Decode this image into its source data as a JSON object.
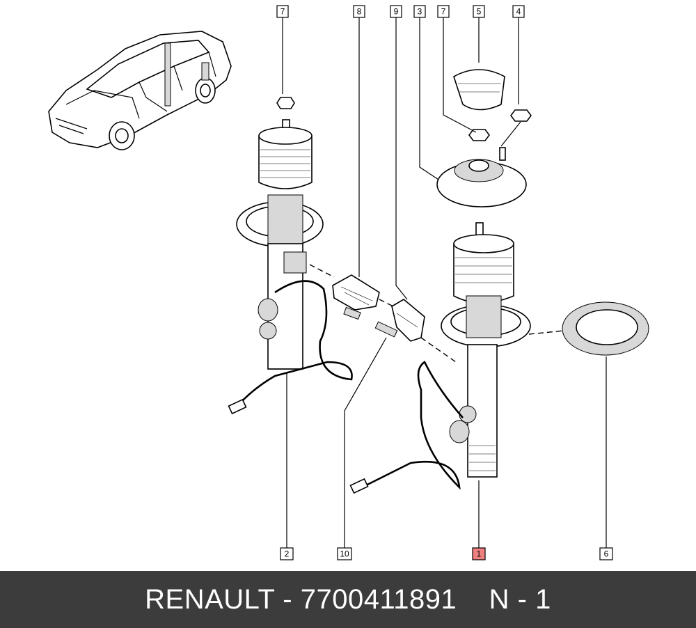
{
  "callouts": [
    {
      "id": "c7a",
      "label": "7"
    },
    {
      "id": "c8",
      "label": "8"
    },
    {
      "id": "c9",
      "label": "9"
    },
    {
      "id": "c3",
      "label": "3"
    },
    {
      "id": "c7b",
      "label": "7"
    },
    {
      "id": "c5",
      "label": "5"
    },
    {
      "id": "c4",
      "label": "4"
    },
    {
      "id": "c2",
      "label": "2"
    },
    {
      "id": "c10",
      "label": "10"
    },
    {
      "id": "c1",
      "label": "1",
      "highlighted": true
    },
    {
      "id": "c6",
      "label": "6"
    }
  ],
  "footer": {
    "text": "RENAULT - 7700411891    N - 1"
  },
  "colors": {
    "footer_bg": "#3c3c3c",
    "footer_text": "#ffffff",
    "highlight": "#f08080"
  }
}
